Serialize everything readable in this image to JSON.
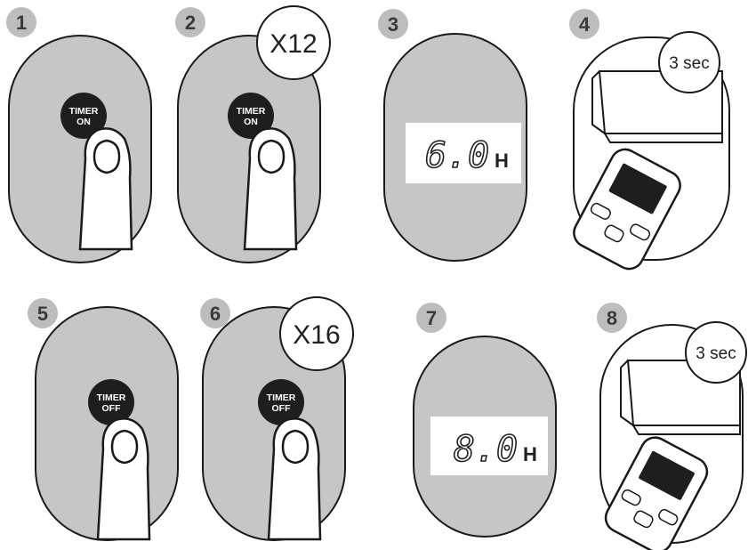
{
  "colors": {
    "panel_fill": "#c6c6c6",
    "panel_stroke": "#1a1a1a",
    "number_badge": "#bdbdbd",
    "timer_button": "#1e1e1e",
    "lcd_fill": "#ffffff"
  },
  "steps": [
    {
      "number": "1",
      "button_line1": "TIMER",
      "button_line2": "ON"
    },
    {
      "number": "2",
      "button_line1": "TIMER",
      "button_line2": "ON",
      "badge": "X12"
    },
    {
      "number": "3",
      "display_value": "6.0",
      "display_unit": "H"
    },
    {
      "number": "4",
      "duration": "3 sec"
    },
    {
      "number": "5",
      "button_line1": "TIMER",
      "button_line2": "OFF"
    },
    {
      "number": "6",
      "button_line1": "TIMER",
      "button_line2": "OFF",
      "badge": "X16"
    },
    {
      "number": "7",
      "display_value": "8.0",
      "display_unit": "H"
    },
    {
      "number": "8",
      "duration": "3 sec"
    }
  ]
}
